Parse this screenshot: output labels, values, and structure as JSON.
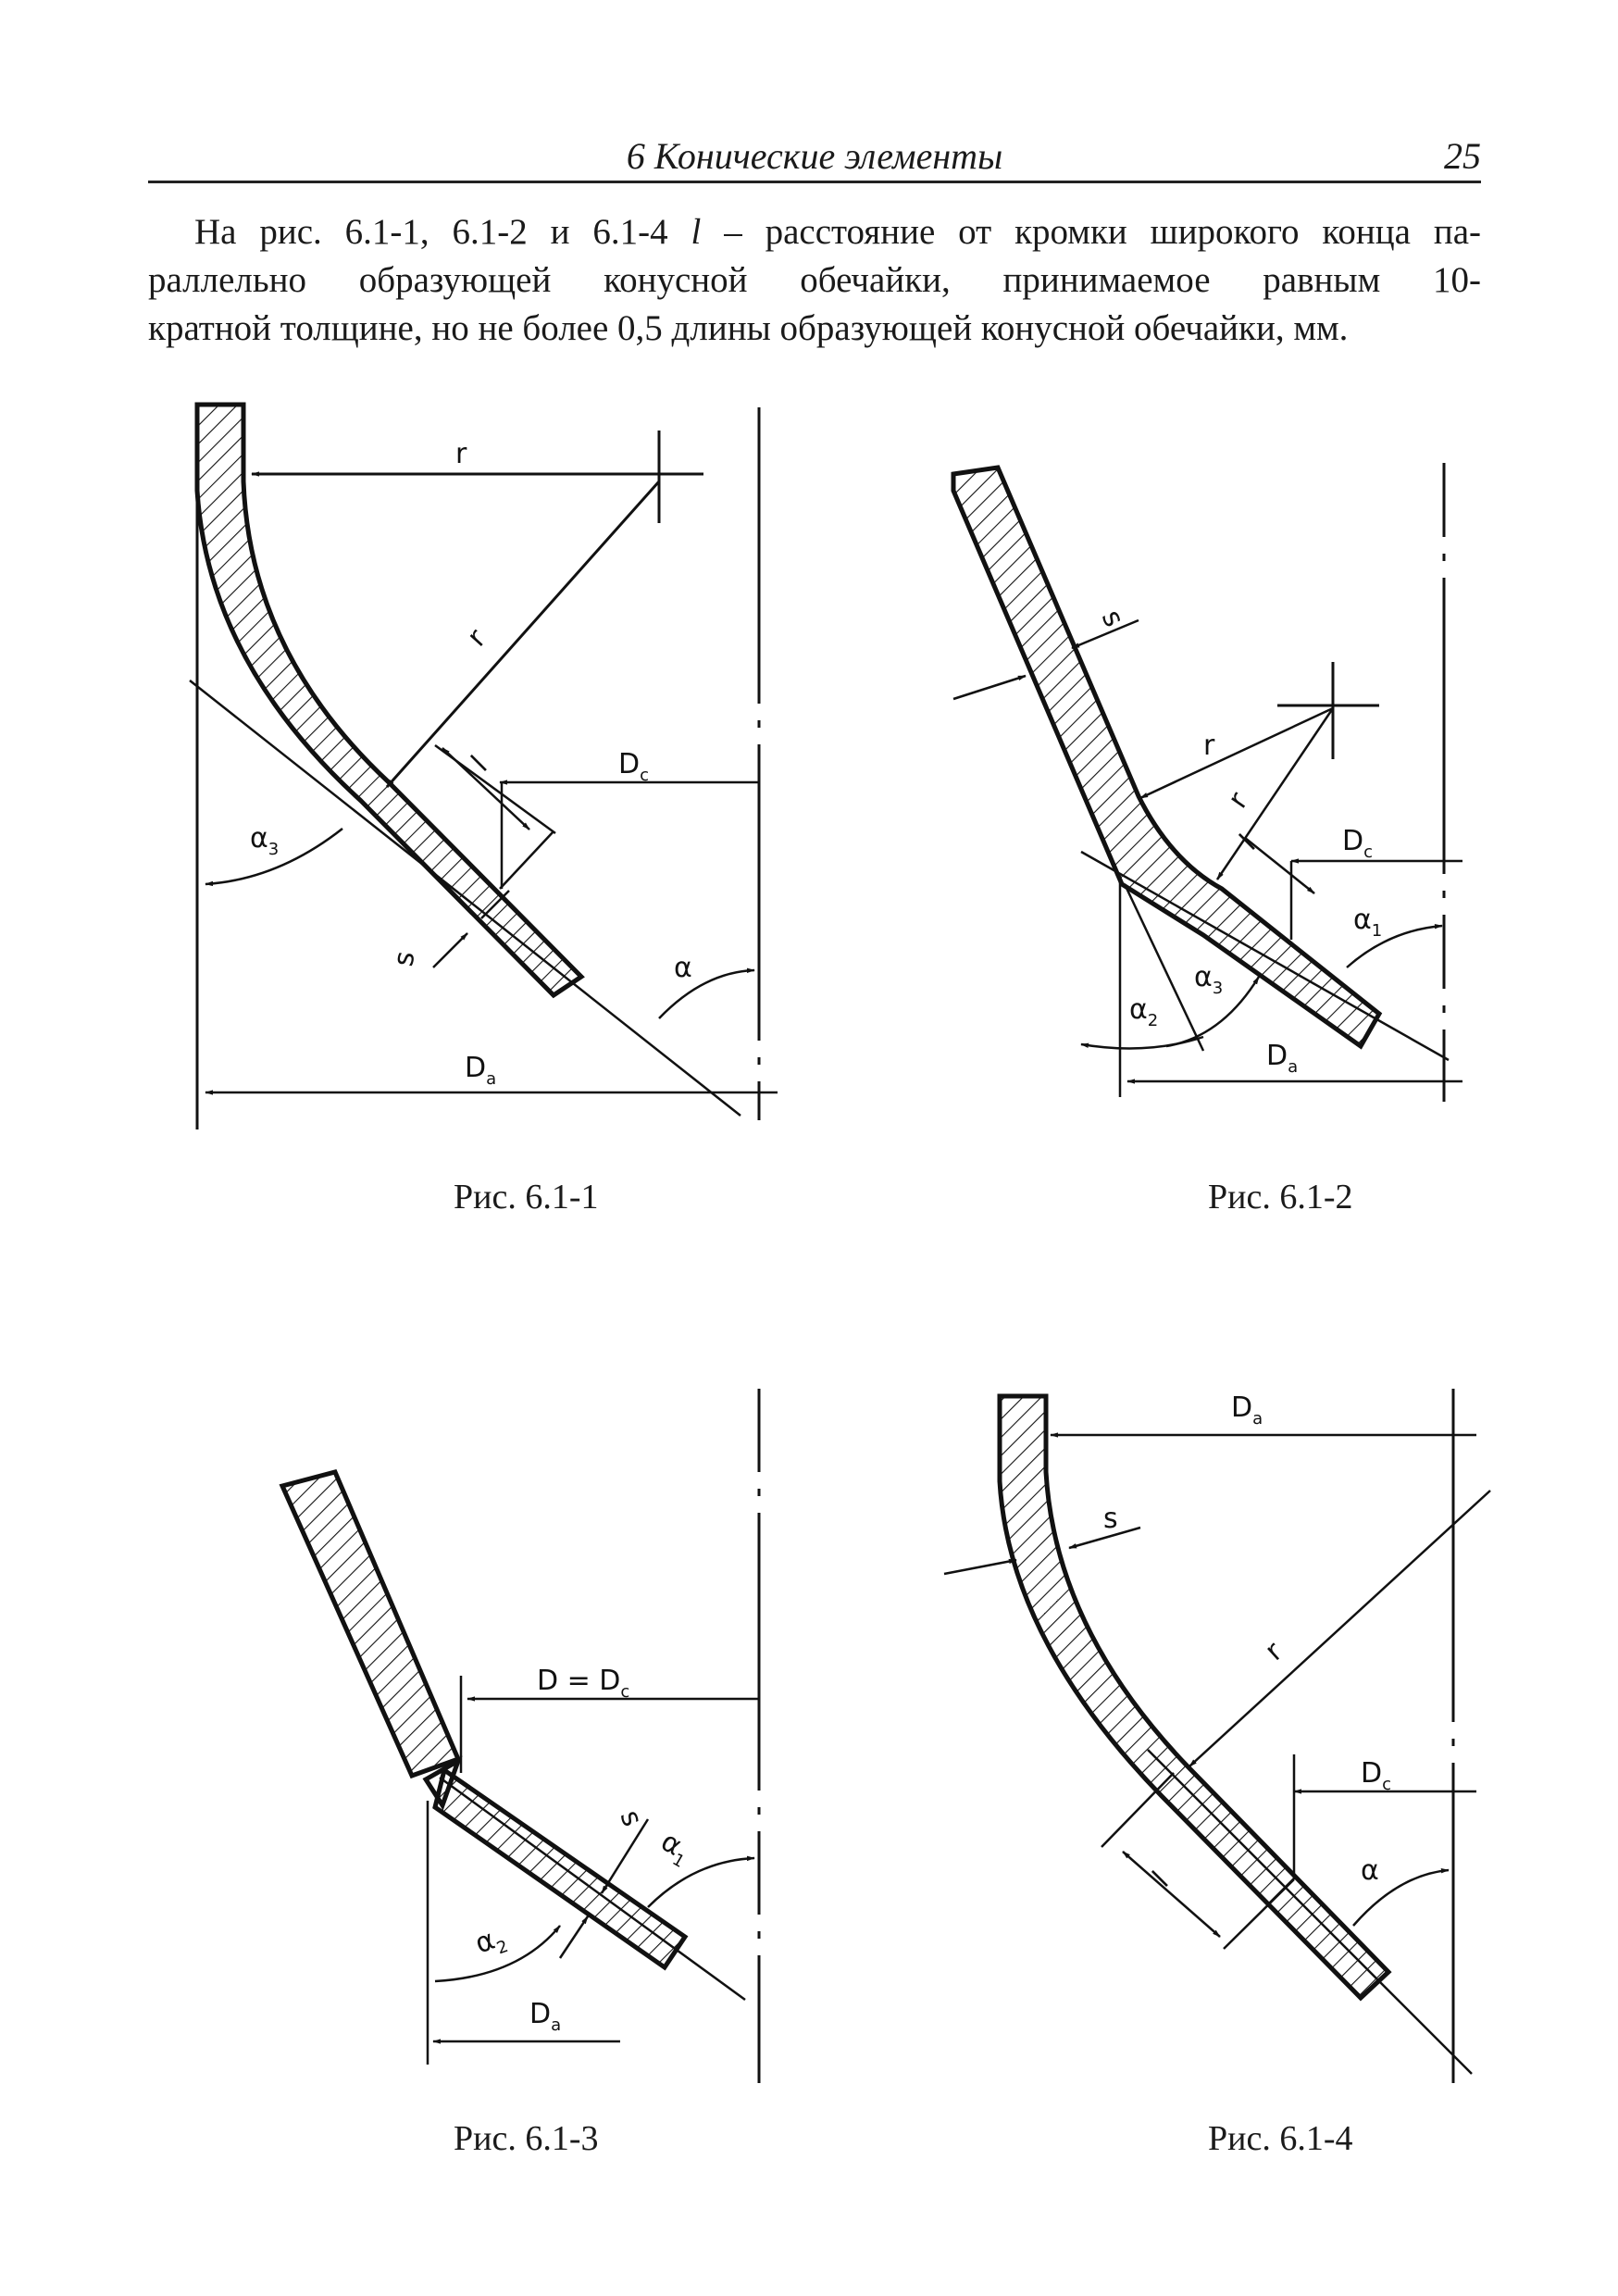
{
  "header": {
    "section_title": "6 Конические элементы",
    "page_number": "25"
  },
  "paragraph": {
    "line1_a": "На рис. 6.1-1, 6.1-2 и 6.1-4",
    "line1_sym": "l",
    "line1_b": "– расстояние от кромки широкого конца па-",
    "line2": "раллельно образующей конусной обечайки, принимаемое равным 10-",
    "line3": "кратной толщине, но не более 0,5 длины образующей конусной обечайки, мм."
  },
  "figures": [
    {
      "caption": "Рис. 6.1-1",
      "labels": {
        "r_top": "r",
        "r_diag": "r",
        "l": "l",
        "Dc": "D",
        "Dc_sub": "c",
        "s": "s",
        "alpha3": "α",
        "alpha3_sub": "3",
        "alpha": "α",
        "Da": "D",
        "Da_sub": "a"
      }
    },
    {
      "caption": "Рис. 6.1-2",
      "labels": {
        "s": "s",
        "r1": "r",
        "r2": "r",
        "l": "l",
        "Dc": "D",
        "Dc_sub": "c",
        "alpha1": "α",
        "alpha1_sub": "1",
        "alpha2": "α",
        "alpha2_sub": "2",
        "alpha3": "α",
        "alpha3_sub": "3",
        "Da": "D",
        "Da_sub": "a"
      }
    },
    {
      "caption": "Рис. 6.1-3",
      "labels": {
        "DDc": "D = D",
        "DDc_sub": "c",
        "s": "s",
        "alpha1": "α",
        "alpha1_sub": "1",
        "alpha2": "α",
        "alpha2_sub": "2",
        "Da": "D",
        "Da_sub": "a"
      }
    },
    {
      "caption": "Рис. 6.1-4",
      "labels": {
        "Da": "D",
        "Da_sub": "a",
        "s": "s",
        "r": "r",
        "Dc": "D",
        "Dc_sub": "c",
        "l": "l",
        "alpha": "α"
      }
    }
  ]
}
